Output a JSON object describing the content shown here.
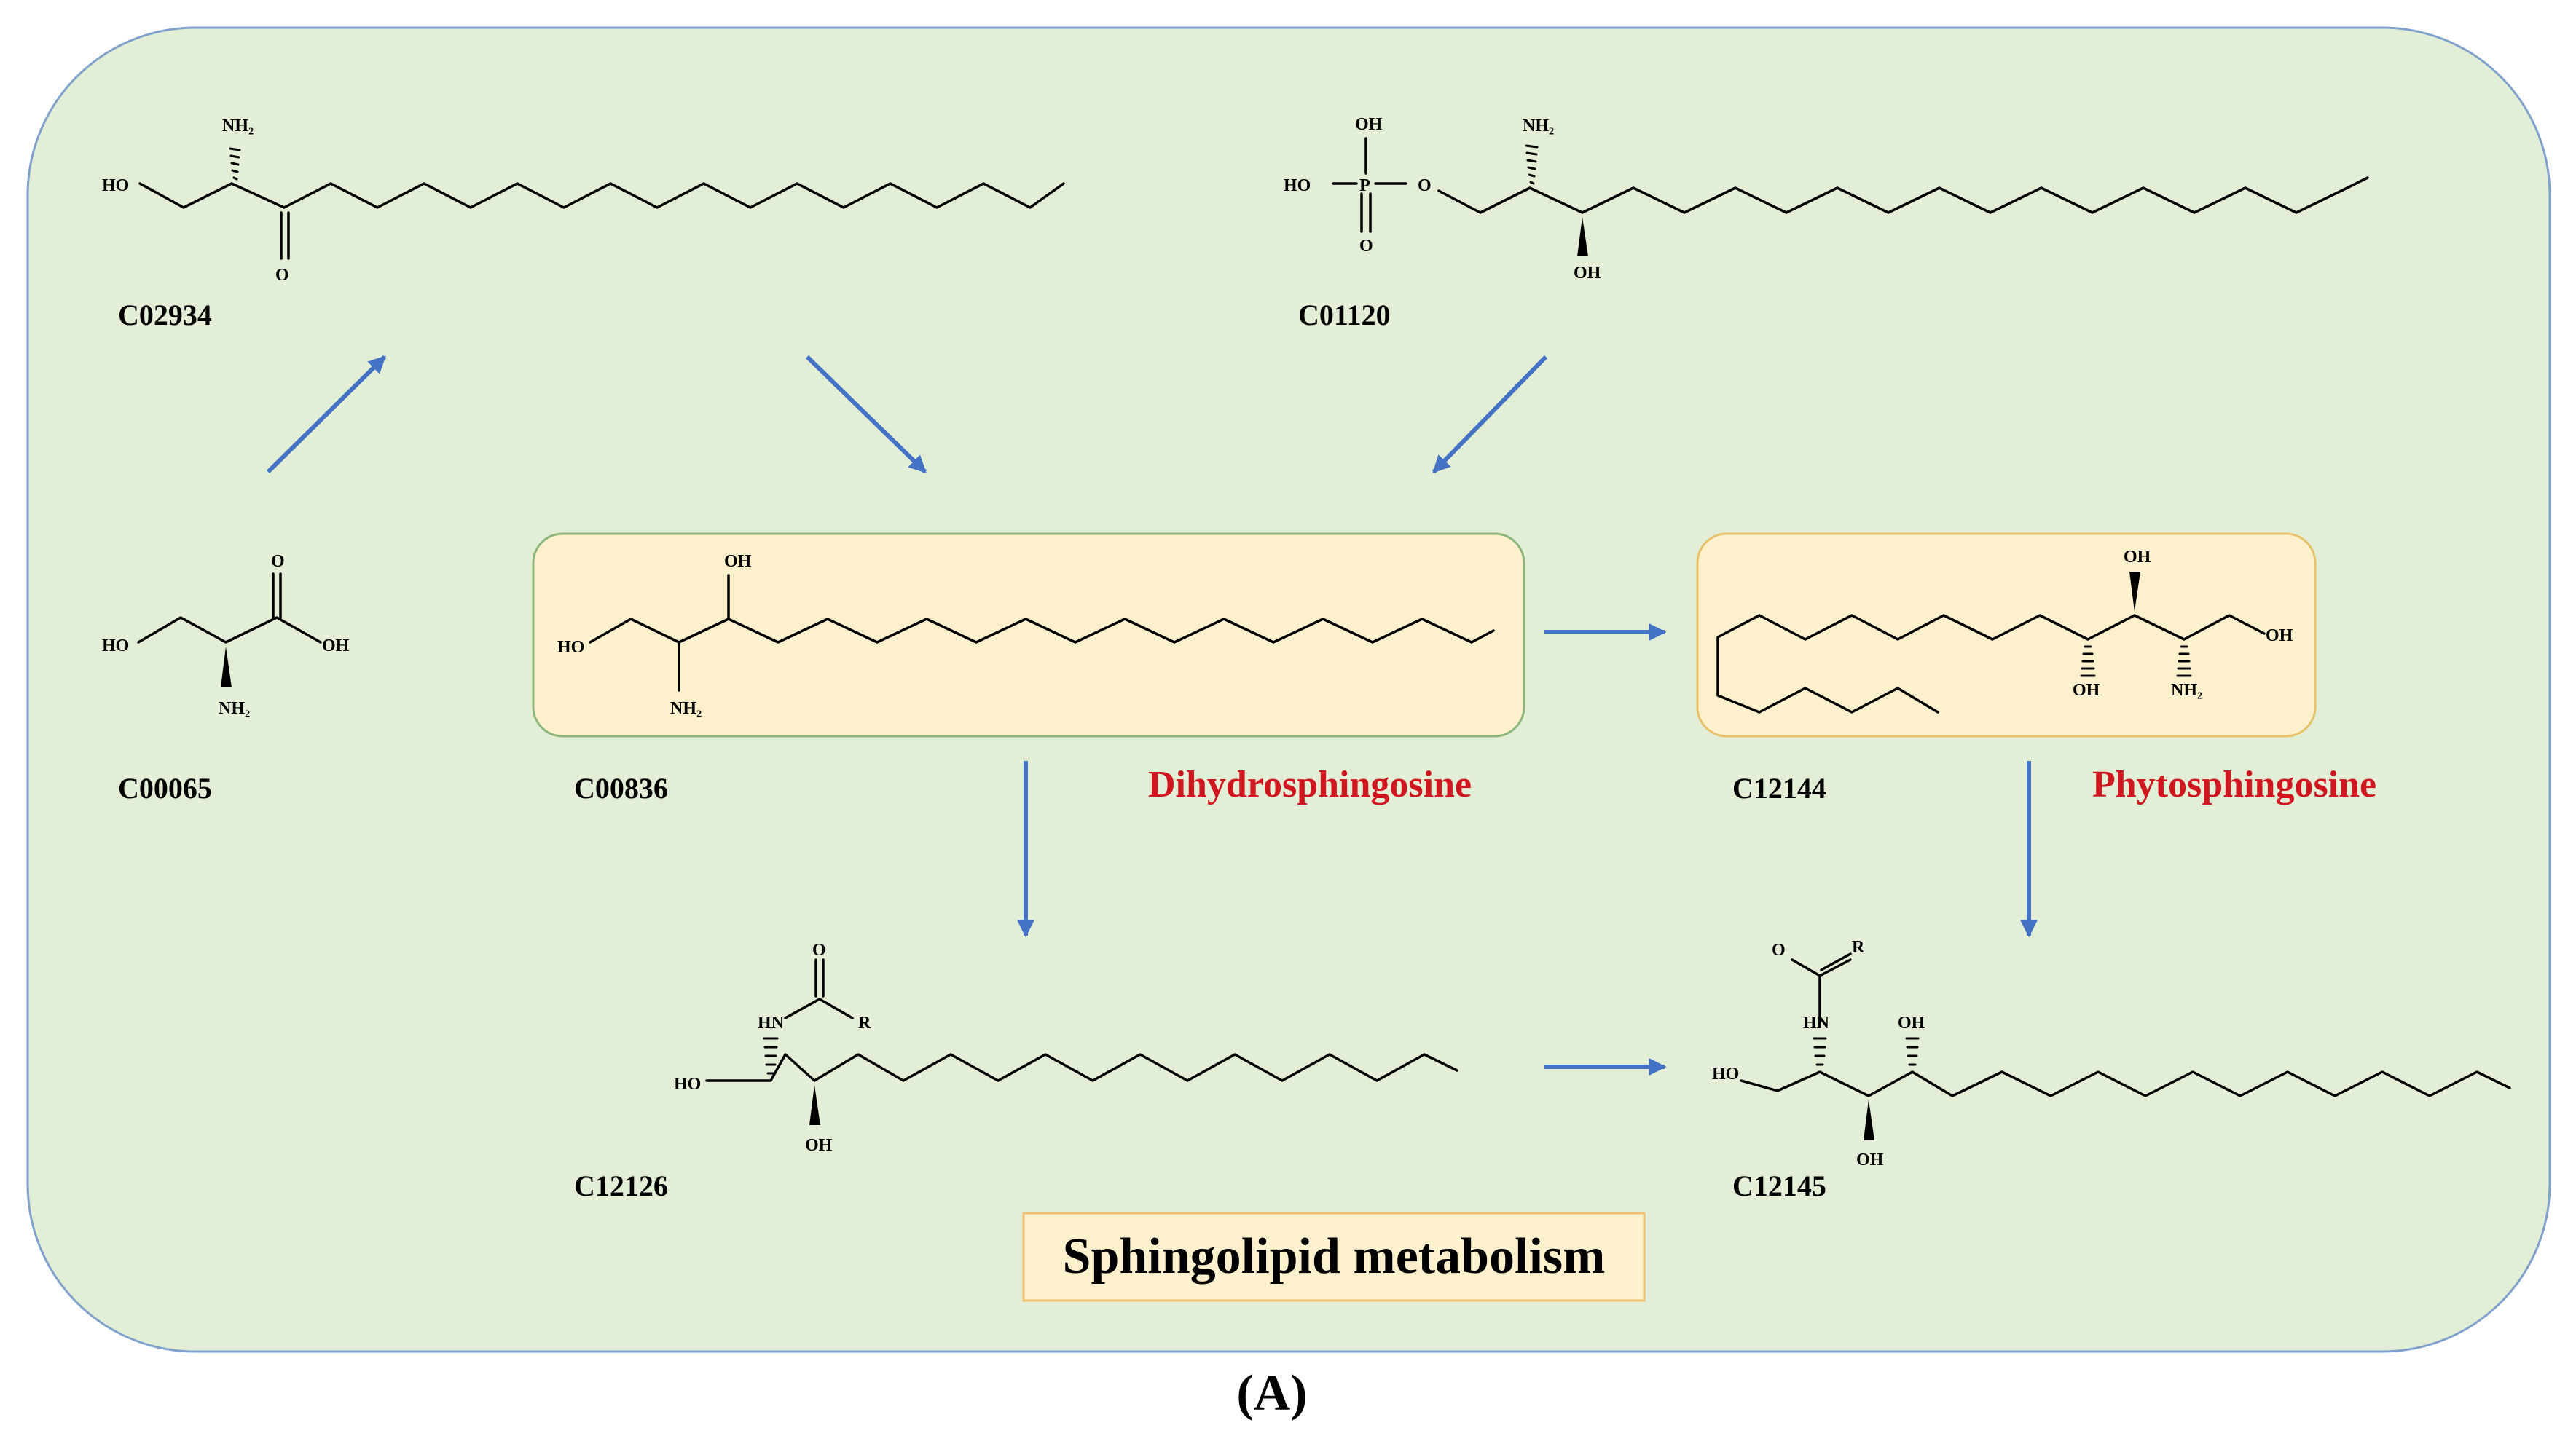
{
  "colors": {
    "panel_fill": "#e2eed6",
    "panel_border": "#7fa1cc",
    "highlight_fill": "#fdf0cc",
    "highlight_border": "#c8c08a",
    "title_border": "#f0c070",
    "arrow": "#4472c4",
    "red_label": "#d0161e"
  },
  "compounds": {
    "c02934": {
      "id": "C02934",
      "atoms": {
        "nh2": "NH₂",
        "ho": "HO",
        "o": "O"
      }
    },
    "c01120": {
      "id": "C01120",
      "atoms": {
        "oh_top": "OH",
        "ho": "HO",
        "p": "P",
        "o_link": "O",
        "o_bottom": "O",
        "nh2": "NH₂",
        "oh": "OH"
      }
    },
    "c00065": {
      "id": "C00065",
      "atoms": {
        "o": "O",
        "ho": "HO",
        "oh": "OH",
        "nh2": "NH₂"
      }
    },
    "c00836": {
      "id": "C00836",
      "name": "Dihydrosphingosine",
      "atoms": {
        "oh": "OH",
        "ho": "HO",
        "nh2": "NH₂"
      }
    },
    "c12144": {
      "id": "C12144",
      "name": "Phytosphingosine",
      "atoms": {
        "oh_top": "OH",
        "oh_right": "OH",
        "oh_bottom": "OH",
        "nh2": "NH₂"
      }
    },
    "c12126": {
      "id": "C12126",
      "atoms": {
        "o": "O",
        "hn": "HN",
        "r": "R",
        "ho": "HO",
        "oh": "OH"
      }
    },
    "c12145": {
      "id": "C12145",
      "atoms": {
        "o": "O",
        "r": "R",
        "hn": "HN",
        "oh_top": "OH",
        "ho": "HO",
        "oh_bottom": "OH"
      }
    }
  },
  "pathway_title": "Sphingolipid metabolism",
  "panel_label": "(A)"
}
